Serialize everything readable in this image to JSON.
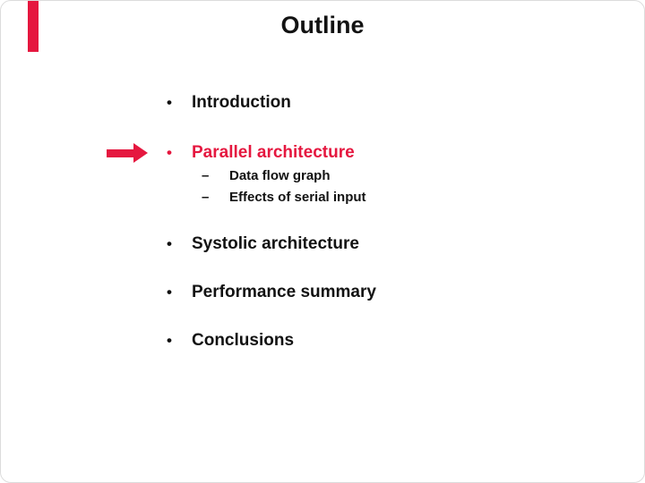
{
  "slide": {
    "title": "Outline",
    "bullet_glyph": "•",
    "sub_dash_glyph": "–",
    "colors": {
      "accent_red": "#e5173f",
      "text_black": "#121212",
      "background": "#ffffff"
    },
    "bullets": [
      {
        "label": "Introduction",
        "emphasis": "normal",
        "sub_items": []
      },
      {
        "label": "Parallel architecture",
        "emphasis": "current",
        "sub_items": [
          "Data flow graph",
          "Effects of serial input"
        ]
      },
      {
        "label": "Systolic architecture",
        "emphasis": "normal",
        "sub_items": []
      },
      {
        "label": "Performance summary",
        "emphasis": "normal",
        "sub_items": []
      },
      {
        "label": "Conclusions",
        "emphasis": "normal",
        "sub_items": []
      }
    ]
  }
}
